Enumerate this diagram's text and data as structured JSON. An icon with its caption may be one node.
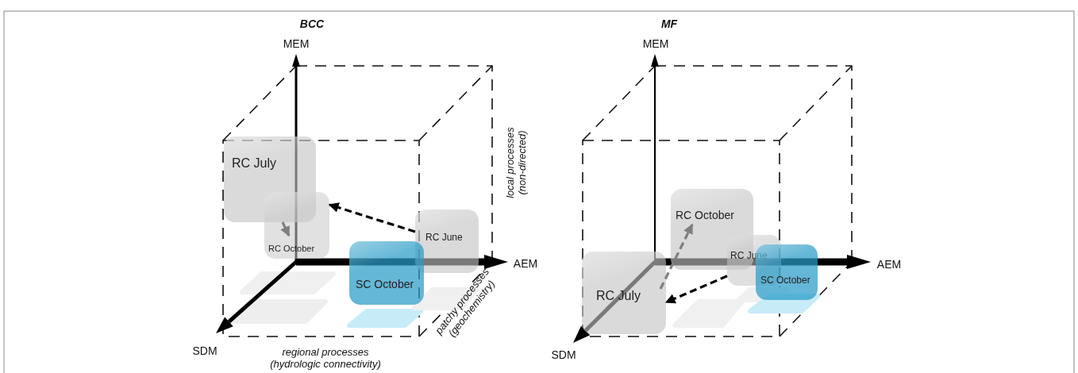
{
  "diagram": {
    "nodes": [
      {
        "text": [
          "RC July"
        ]
      },
      {
        "text": [
          "RC October"
        ]
      },
      {
        "text": [
          "RC June"
        ]
      },
      {
        "text": [
          "SC October"
        ]
      },
      {
        "text": [
          "RC October"
        ]
      },
      {
        "text": [
          "RC June"
        ]
      },
      {
        "text": [
          "RC July"
        ]
      },
      {
        "text": [
          "SC October"
        ]
      }
    ],
    "edges": [
      {
        "from": 0,
        "to": 1,
        "arrow": "to",
        "style": "dashed",
        "color": "#7f7f7f"
      },
      {
        "from": 2,
        "to": 1,
        "arrow": "to",
        "style": "dashed",
        "color": "#000000"
      },
      {
        "from": 6,
        "to": 4,
        "arrow": "to",
        "style": "dashed",
        "color": "#7f7f7f"
      },
      {
        "from": 5,
        "to": 6,
        "arrow": "to",
        "style": "dashed",
        "color": "#000000"
      }
    ],
    "labels": [
      "BCC",
      "MF",
      "MEM",
      "MEM",
      "local processes (non-directed)",
      "AEM",
      "AEM",
      "patchy processes (geochemistry)",
      "SDM",
      "SDM",
      "regional processes (hydrologic connectivity)"
    ]
  }
}
